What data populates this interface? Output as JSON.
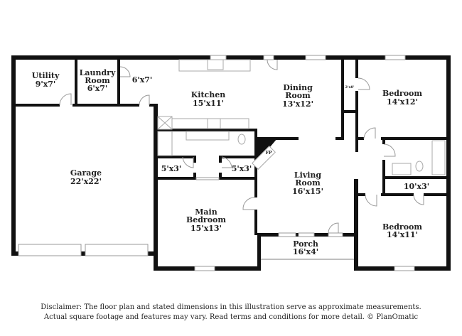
{
  "rooms": {
    "utility": {
      "name": "Utility",
      "size": "9'x7'"
    },
    "laundry": {
      "name1": "Laundry",
      "name2": "Room",
      "size": "6'x7'"
    },
    "hall": {
      "size": "6'x7'"
    },
    "kitchen": {
      "name": "Kitchen",
      "size": "15'x11'"
    },
    "dining": {
      "name1": "Dining",
      "name2": "Room",
      "size": "13'x12'"
    },
    "closet_small": {
      "size": "2'x8'"
    },
    "bedroom1": {
      "name": "Bedroom",
      "size": "14'x12'"
    },
    "garage": {
      "name": "Garage",
      "size": "22'x22'"
    },
    "closet_a": {
      "size": "5'x3'"
    },
    "closet_b": {
      "size": "5'x3'"
    },
    "fireplace": {
      "name": "FP"
    },
    "living": {
      "name1": "Living",
      "name2": "Room",
      "size": "16'x15'"
    },
    "closet_c": {
      "size": "10'x3'"
    },
    "main_bedroom": {
      "name1": "Main",
      "name2": "Bedroom",
      "size": "15'x13'"
    },
    "bedroom2": {
      "name": "Bedroom",
      "size": "14'x11'"
    },
    "porch": {
      "name": "Porch",
      "size": "16'x4'"
    }
  },
  "disclaimer": {
    "line1": "Disclaimer: The floor plan and stated dimensions in this illustration serve as approximate measurements.",
    "line2": "Actual square footage and features may vary. Read terms and conditions for more detail. © PlanOmatic"
  }
}
